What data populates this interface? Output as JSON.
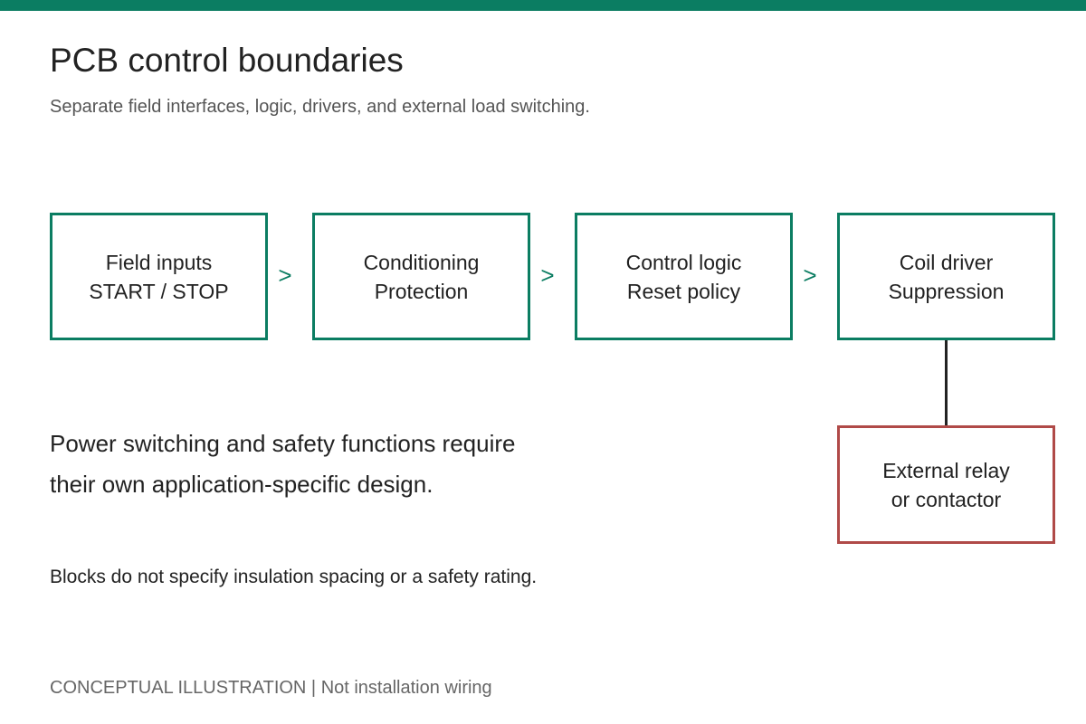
{
  "header": {
    "title": "PCB control boundaries",
    "subtitle": "Separate field interfaces, logic, drivers, and external load switching."
  },
  "flow": {
    "blocks": [
      {
        "line1": "Field inputs",
        "line2": "START / STOP"
      },
      {
        "line1": "Conditioning",
        "line2": "Protection"
      },
      {
        "line1": "Control logic",
        "line2": "Reset policy"
      },
      {
        "line1": "Coil driver",
        "line2": "Suppression"
      }
    ],
    "arrow_symbol": ">",
    "external": {
      "line1": "External relay",
      "line2": "or contactor"
    }
  },
  "statement": {
    "line1": "Power switching and safety functions require",
    "line2": "their own application-specific design."
  },
  "note": "Blocks do not specify insulation spacing or a safety rating.",
  "footer": "CONCEPTUAL ILLUSTRATION | Not installation wiring",
  "colors": {
    "accent": "#0b7d62",
    "external_border": "#b04a48",
    "connector": "#222222"
  }
}
